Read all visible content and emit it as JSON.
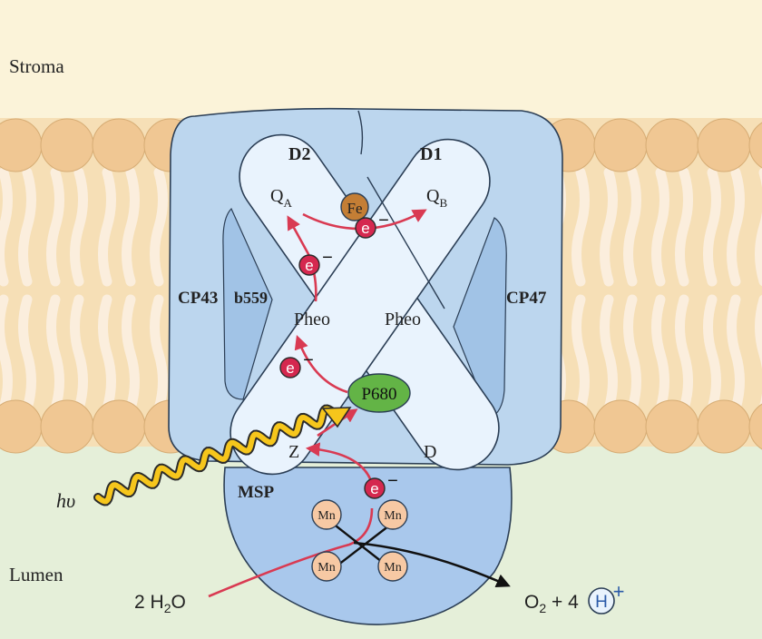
{
  "regions": {
    "stroma": "Stroma",
    "lumen": "Lumen"
  },
  "proteins": {
    "d2": "D2",
    "d1": "D1",
    "cp43": "CP43",
    "cp47": "CP47",
    "b559": "b559",
    "msp": "MSP",
    "d": "D",
    "z": "Z"
  },
  "cofactors": {
    "qa_main": "Q",
    "qa_sub": "A",
    "qb_main": "Q",
    "qb_sub": "B",
    "fe": "Fe",
    "pheo_left": "Pheo",
    "pheo_right": "Pheo",
    "p680": "P680",
    "mn": "Mn"
  },
  "electron": {
    "symbol": "e",
    "charge": "−"
  },
  "reaction": {
    "light": "hυ",
    "water_prefix": "2 H",
    "water_sub": "2",
    "water_suffix": "O",
    "oxygen_prefix": "O",
    "oxygen_sub": "2",
    "oxygen_mid": " + 4 ",
    "proton": "H",
    "proton_charge": "+"
  },
  "colors": {
    "stroma_bg": "#fbf3d9",
    "membrane_band": "#f6dfb6",
    "lipid_head": "#f0c793",
    "lipid_tail": "#fbeedd",
    "lumen_bg": "#e5efd9",
    "protein_outer": "#bcd6ee",
    "protein_dark": "#a1c3e6",
    "d_subunit": "#e9f3fd",
    "msp": "#a9c8ec",
    "p680": "#63b446",
    "fe": "#c47e35",
    "mn": "#f7c9a4",
    "electron": "#d5284f",
    "arrow": "#d93a52",
    "light": "#f6c61c"
  }
}
